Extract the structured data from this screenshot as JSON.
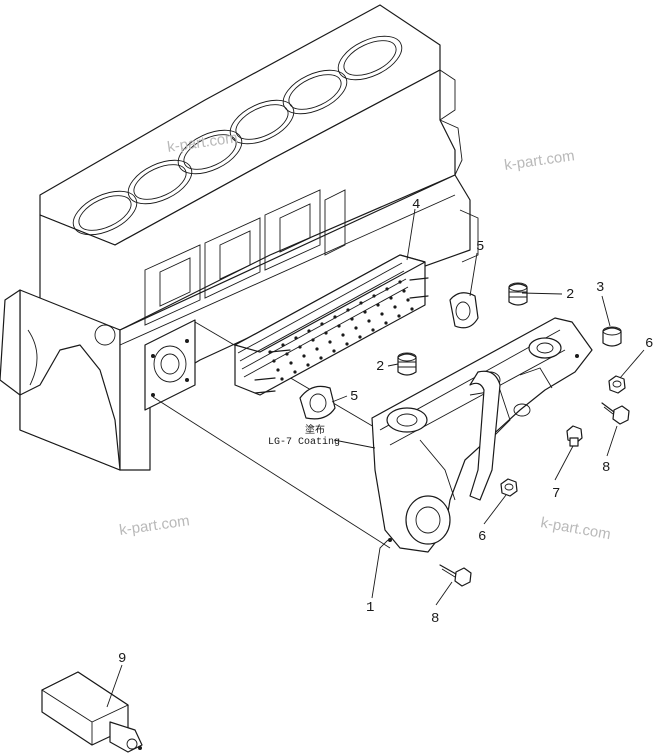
{
  "callouts": {
    "c1": "1",
    "c2a": "2",
    "c2b": "2",
    "c3": "3",
    "c4": "4",
    "c5a": "5",
    "c5b": "5",
    "c6a": "6",
    "c6b": "6",
    "c7": "7",
    "c8a": "8",
    "c8b": "8",
    "c9": "9"
  },
  "note": {
    "kanji": "塗布",
    "text": "LG-7 Coating"
  },
  "watermark": {
    "text": "k-part.com"
  }
}
